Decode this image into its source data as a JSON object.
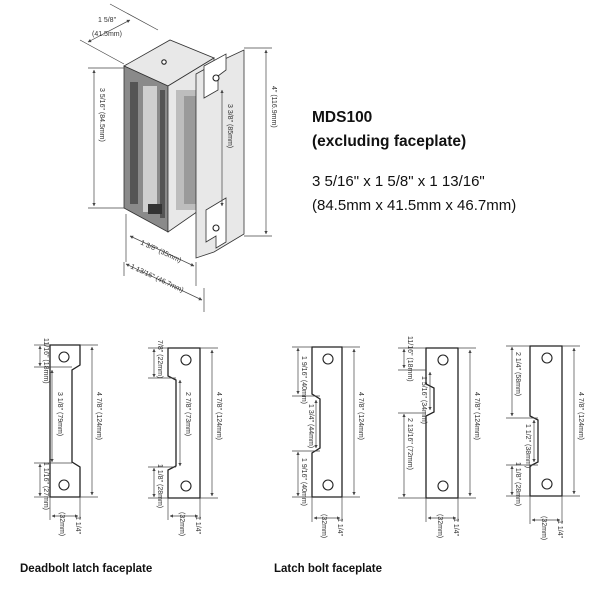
{
  "product": {
    "model": "MDS100",
    "note": "(excluding faceplate)",
    "size_imperial": "3 5/16\" x 1 5/8\" x 1 13/16\"",
    "size_metric": "(84.5mm x 41.5mm x 46.7mm)"
  },
  "body_dims": {
    "width": "1 5/8\"",
    "width_mm": "(41.5mm)",
    "height": "3 5/16\" (84.5mm)",
    "inner_height": "3 3/8\" (85mm)",
    "total_height": "4\" (116.9mm)",
    "depth_a": "1 3/8\" (35mm)",
    "depth_b": "1 13/16\" (46.7mm)"
  },
  "plates": [
    {
      "top": "11/16\" (18mm)",
      "opening": "3 1/8\" (79mm)",
      "bottom": "1 1/16\" (27mm)",
      "length": "4 7/8\" (124mm)",
      "width": "1 1/4\"",
      "width_mm": "(32mm)"
    },
    {
      "top": "7/8\" (22mm)",
      "opening": "2 7/8\" (73mm)",
      "bottom": "1 1/8\" (28mm)",
      "length": "4 7/8\" (124mm)",
      "width": "1 1/4\"",
      "width_mm": "(32mm)"
    },
    {
      "top": "1 9/16\" (40mm)",
      "opening": "1 3/4\" (44mm)",
      "bottom": "1 9/16\" (40mm)",
      "length": "4 7/8\" (124mm)",
      "width": "1 1/4\"",
      "width_mm": "(32mm)"
    },
    {
      "top": "11/16\" (18mm)",
      "opening": "1 5/16\" (34mm)",
      "bottom": "2 13/16\" (72mm)",
      "length": "4 7/8\" (124mm)",
      "width": "1 1/4\"",
      "width_mm": "(32mm)"
    },
    {
      "top": "2 1/4\" (58mm)",
      "opening": "1 1/2\" (38mm)",
      "bottom": "1 1/8\" (28mm)",
      "length": "4 7/8\" (124mm)",
      "width": "1 1/4\"",
      "width_mm": "(32mm)"
    }
  ],
  "captions": {
    "deadbolt": "Deadbolt latch faceplate",
    "latch": "Latch bolt faceplate"
  }
}
